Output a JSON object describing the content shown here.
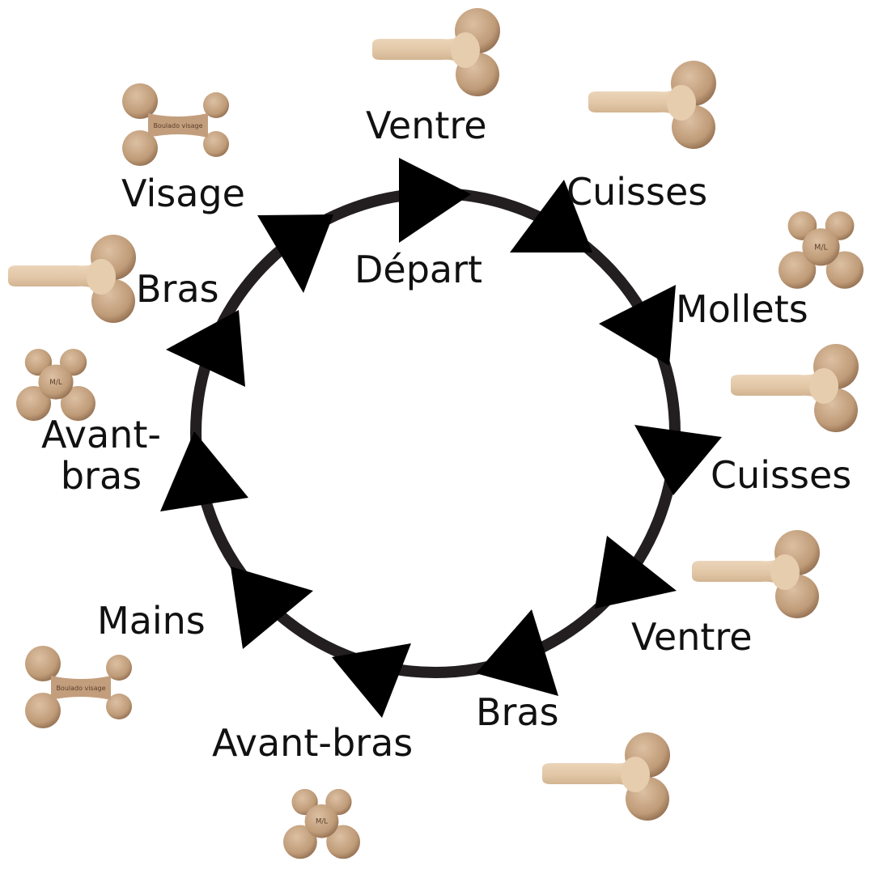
{
  "title": "Départ",
  "colors": {
    "ring": "#231f20",
    "arrow": "#000000",
    "wood": "#c9a583"
  },
  "labels": [
    "Ventre",
    "Cuisses",
    "Mollets",
    "Cuisses",
    "Ventre",
    "Bras",
    "Avant-bras",
    "Mains",
    "Avant-bras",
    "Bras",
    "Visage"
  ],
  "product_logos": {
    "bone": "Boulado visage",
    "flower": "M/L"
  }
}
